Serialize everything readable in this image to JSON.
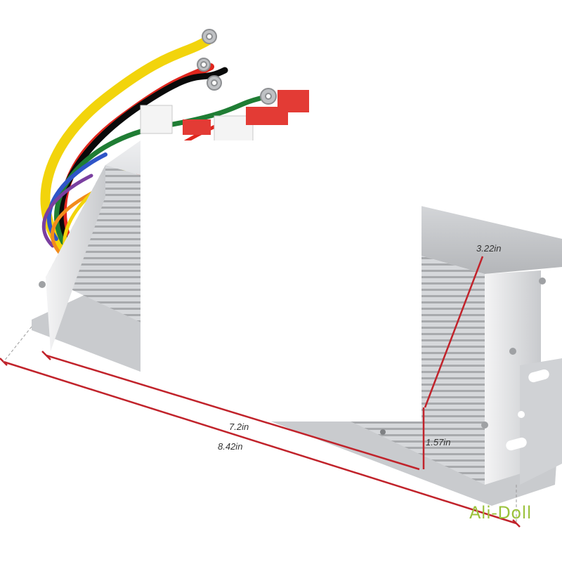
{
  "product": {
    "name": "brushless-motor-controller",
    "colors": {
      "housing": "#d9dadc",
      "housing_shadow": "#a9abae",
      "dimension_line": "#c1232b",
      "watermark": "#9bc23c"
    }
  },
  "dimensions": {
    "height": "3.22in",
    "fin_height": "1.57in",
    "body_length": "7.2in",
    "total_length": "8.42in"
  },
  "watermark": {
    "text": "Ali-Doll"
  },
  "wires": {
    "colors": [
      "#f2d40c",
      "#e0261d",
      "#1f7d34",
      "#0a0a0a",
      "#2f55c8",
      "#7a3fa0",
      "#ffffff",
      "#f28c1b"
    ]
  }
}
